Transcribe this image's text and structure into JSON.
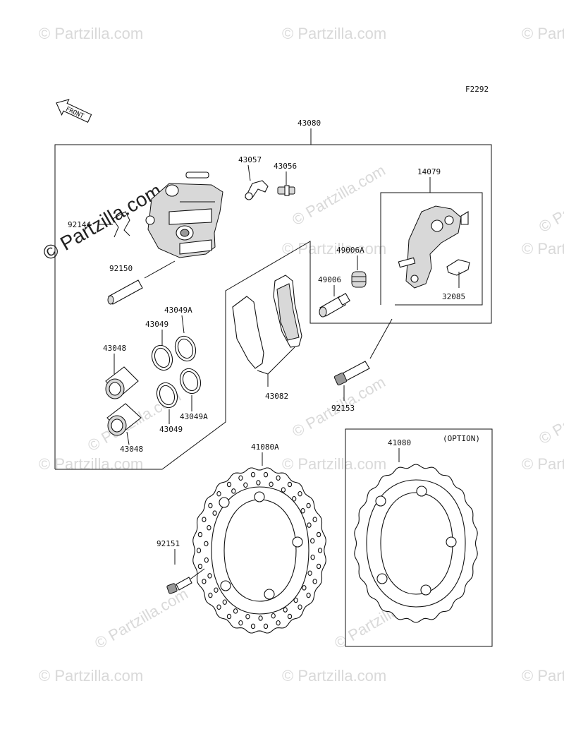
{
  "diagram": {
    "code": "F2292",
    "front_label": "FRONT",
    "option_label": "(OPTION)",
    "watermark": "© Partzilla.com",
    "callouts": {
      "assy": "43080",
      "c43057": "43057",
      "c43056": "43056",
      "c14079": "14079",
      "c92144": "92144",
      "c49006a": "49006A",
      "c49006": "49006",
      "c32085": "32085",
      "c92150": "92150",
      "c43049a_top": "43049A",
      "c43049_top": "43049",
      "c43048_top": "43048",
      "c43049a_bot": "43049A",
      "c43049_bot": "43049",
      "c43048_bot": "43048",
      "c43082": "43082",
      "c92153": "92153",
      "c41080a": "41080A",
      "c41080": "41080",
      "c92151": "92151"
    }
  }
}
